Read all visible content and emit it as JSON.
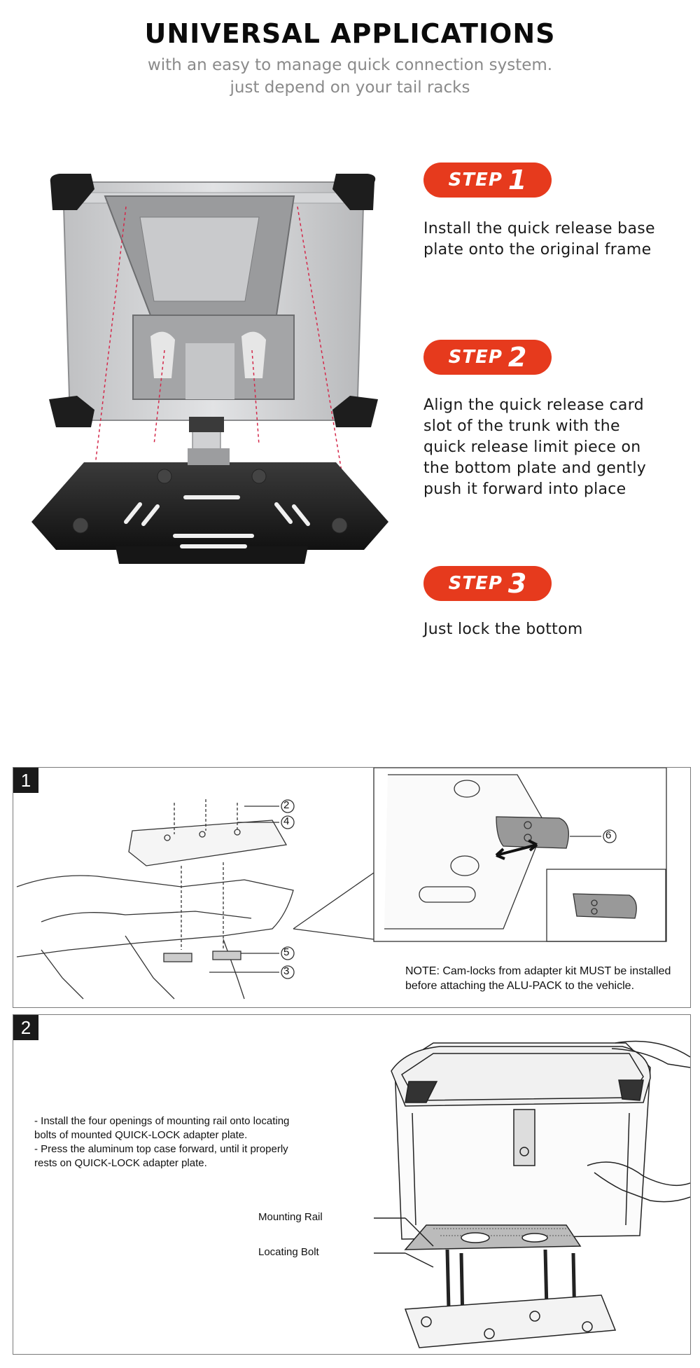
{
  "header": {
    "title": "UNIVERSAL APPLICATIONS",
    "subtitle_line1": "with an easy to manage quick connection system.",
    "subtitle_line2": "just depend on your tail racks"
  },
  "steps": [
    {
      "word": "STEP",
      "number": "1",
      "text_lines": [
        "Install the quick release base",
        "plate onto the original frame"
      ]
    },
    {
      "word": "STEP",
      "number": "2",
      "text_lines": [
        "Align the quick release card",
        "slot of the trunk with the",
        "quick release limit piece on",
        "the bottom plate and gently",
        "push it forward into place"
      ]
    },
    {
      "word": "STEP",
      "number": "3",
      "text_lines": [
        "Just lock the bottom"
      ]
    }
  ],
  "panel1": {
    "number": "1",
    "callouts": [
      "2",
      "4",
      "5",
      "3",
      "6"
    ],
    "note_lines": [
      "NOTE: Cam-locks from adapter kit MUST be installed",
      "before attaching the ALU-PACK to the vehicle."
    ]
  },
  "panel2": {
    "number": "2",
    "instruction_lines": [
      "- Install the four openings of mounting rail onto locating",
      "bolts of mounted QUICK-LOCK adapter plate.",
      "- Press the aluminum top case forward, until it properly",
      "rests on  QUICK-LOCK  adapter plate."
    ],
    "label_mounting_rail": "Mounting Rail",
    "label_locating_bolt": "Locating Bolt"
  },
  "colors": {
    "accent": "#e63a1d",
    "title": "#0b0b0b",
    "subtitle": "#8a8a8a",
    "aluminum": "#cfd0d2",
    "plate_black": "#1e1e1e"
  }
}
